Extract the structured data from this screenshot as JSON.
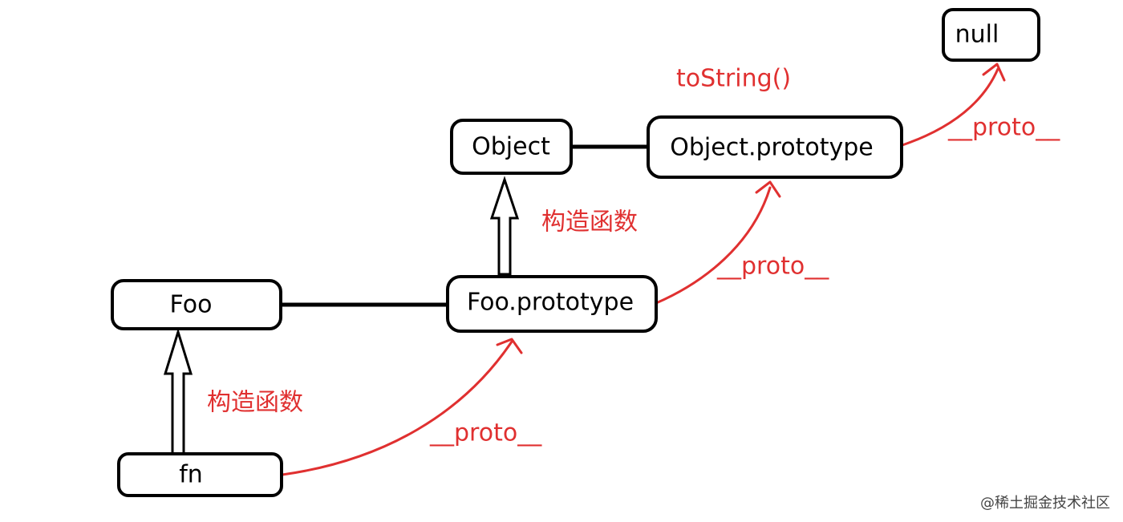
{
  "colors": {
    "annotation": "#e03030",
    "node_border": "#000000",
    "background": "#ffffff"
  },
  "nodes": {
    "null": "null",
    "object": "Object",
    "object_prototype": "Object.prototype",
    "foo": "Foo",
    "foo_prototype": "Foo.prototype",
    "fn": "fn"
  },
  "labels": {
    "tostring": "toString()",
    "constructor_upper": "构造函数",
    "constructor_lower": "构造函数",
    "proto_to_null": "__proto__",
    "proto_to_object_prototype": "__proto__",
    "proto_to_foo_prototype": "__proto__"
  },
  "watermark": "@稀土掘金技术社区"
}
